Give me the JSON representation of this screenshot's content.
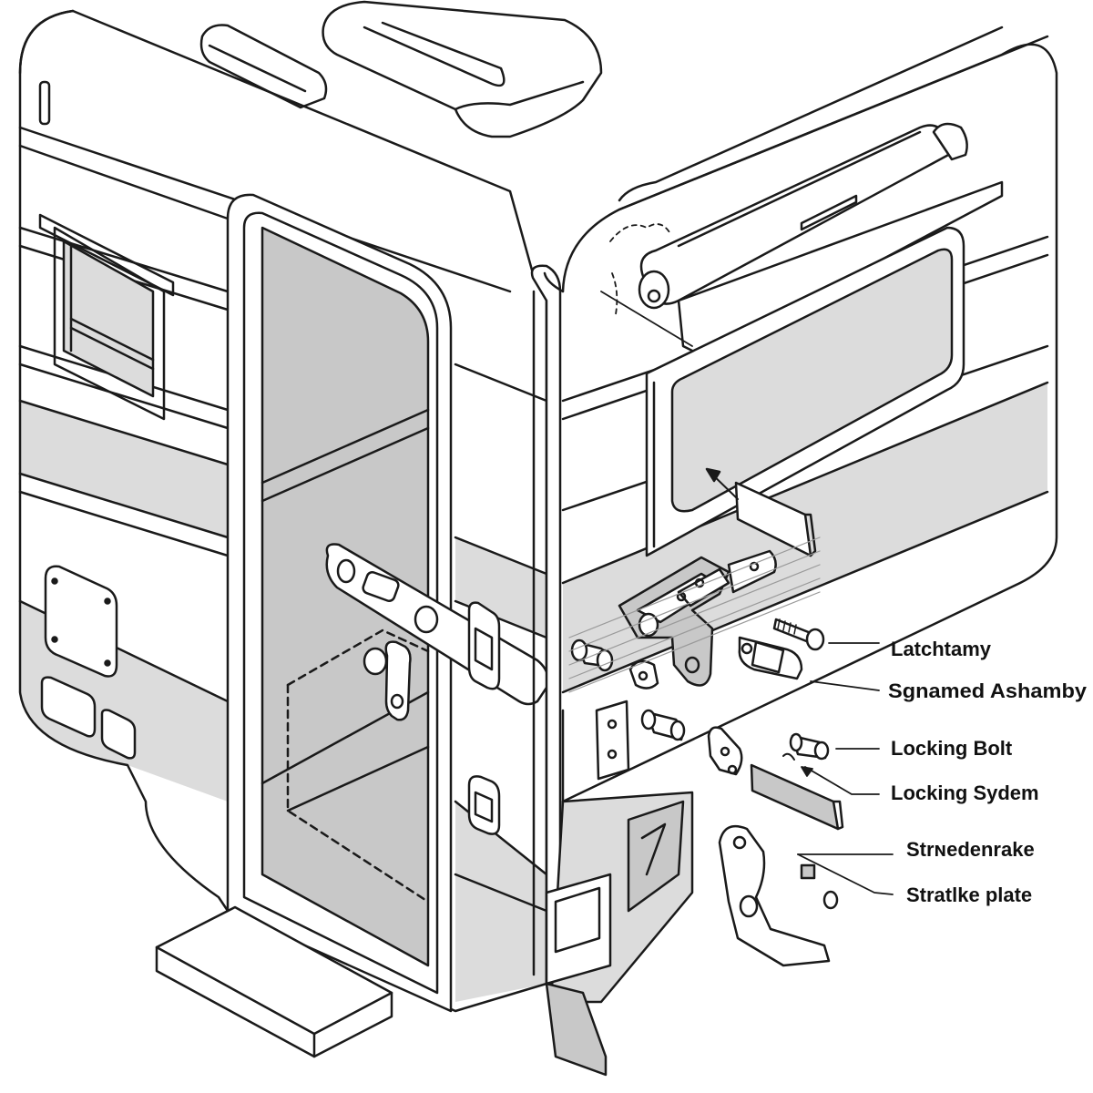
{
  "labels": {
    "latch_assembly": "Latchtamy",
    "signal_assembly": "Sgnamed Ashamby",
    "locking_bolt": "Locking Bolt",
    "locking_system": "Locking Sydem",
    "strike_brake": "Strɴedenrake",
    "strike_plate": "Stratlke plate"
  },
  "colors": {
    "line": "#1a1a1a",
    "shade": "#dcdcdc",
    "shade_dark": "#c8c8c8",
    "paper": "#ffffff"
  }
}
